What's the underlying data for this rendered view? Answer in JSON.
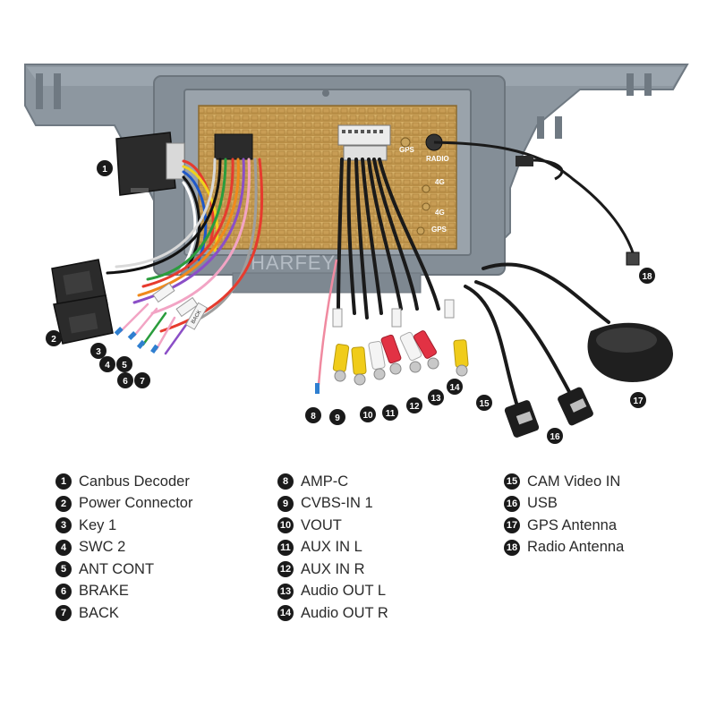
{
  "diagram": {
    "brand_watermark": "HARFEY",
    "panel_labels": {
      "gps": "GPS",
      "radio": "RADIO",
      "port_4g_a": "4G",
      "port_4g_b": "4G",
      "gps_b": "GPS"
    },
    "callouts": [
      {
        "num": "1"
      },
      {
        "num": "2"
      },
      {
        "num": "3"
      },
      {
        "num": "4"
      },
      {
        "num": "5"
      },
      {
        "num": "6"
      },
      {
        "num": "7"
      },
      {
        "num": "8"
      },
      {
        "num": "9"
      },
      {
        "num": "10"
      },
      {
        "num": "11"
      },
      {
        "num": "12"
      },
      {
        "num": "13"
      },
      {
        "num": "14"
      },
      {
        "num": "15"
      },
      {
        "num": "16"
      },
      {
        "num": "17"
      },
      {
        "num": "18"
      }
    ],
    "tag_labels": {
      "back_tag": "BACK"
    }
  },
  "legend": {
    "columns": [
      {
        "items": [
          {
            "num": "1",
            "label": "Canbus Decoder"
          },
          {
            "num": "2",
            "label": "Power Connector"
          },
          {
            "num": "3",
            "label": "Key 1"
          },
          {
            "num": "4",
            "label": "SWC 2"
          },
          {
            "num": "5",
            "label": "ANT CONT"
          },
          {
            "num": "6",
            "label": "BRAKE"
          },
          {
            "num": "7",
            "label": "BACK"
          }
        ]
      },
      {
        "items": [
          {
            "num": "8",
            "label": "AMP-C"
          },
          {
            "num": "9",
            "label": "CVBS-IN 1"
          },
          {
            "num": "10",
            "label": "VOUT"
          },
          {
            "num": "11",
            "label": "AUX IN L"
          },
          {
            "num": "12",
            "label": "AUX IN R"
          },
          {
            "num": "13",
            "label": "Audio OUT L"
          },
          {
            "num": "14",
            "label": "Audio OUT R"
          }
        ]
      },
      {
        "items": [
          {
            "num": "15",
            "label": "CAM Video IN"
          },
          {
            "num": "16",
            "label": "USB"
          },
          {
            "num": "17",
            "label": "GPS Antenna"
          },
          {
            "num": "18",
            "label": "Radio Antenna"
          }
        ]
      }
    ]
  }
}
